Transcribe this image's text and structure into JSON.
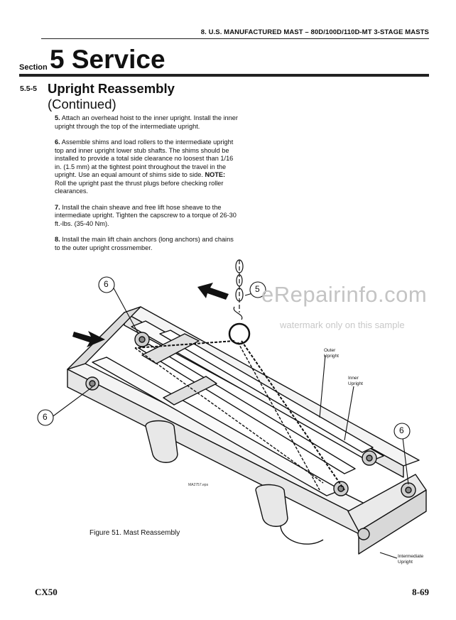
{
  "header": {
    "title": "8. U.S. MANUFACTURED MAST – 80D/100D/110D-MT 3-STAGE MASTS"
  },
  "section": {
    "label": "Section",
    "title": "5 Service"
  },
  "subsection": {
    "number": "5.5-5",
    "title": "Upright Reassembly",
    "continued": "(Continued)"
  },
  "steps": [
    {
      "num": "5.",
      "text": "Attach an overhead hoist to the inner upright. Install the inner upright through the top of the intermediate upright."
    },
    {
      "num": "6.",
      "text": "Assemble shims and load rollers to the intermediate upright top and inner upright lower stub shafts. The shims should be installed to provide a total side clearance no loosest than 1/16 in. (1.5 mm) at the tightest point throughout the travel in the upright. Use an equal amount of shims side to side.",
      "note_label": "NOTE:",
      "note_text": "Roll the upright past the thrust plugs before checking roller clearances."
    },
    {
      "num": "7.",
      "text": "Install the chain sheave and free lift hose sheave to the intermediate upright. Tighten the capscrew to a torque of 26-30 ft.-lbs. (35-40 Nm)."
    },
    {
      "num": "8.",
      "text": "Install the main lift chain anchors (long anchors) and chains to the outer upright crossmember."
    }
  ],
  "figure": {
    "callouts": [
      "6",
      "5",
      "6",
      "6"
    ],
    "outer_upright": "Outer Upright",
    "inner_upright": "Inner Upright",
    "intermediate_upright": "Intermediate Upright",
    "file_name": "MA2757.eps",
    "caption": "Figure 51. Mast Reassembly"
  },
  "watermark": {
    "site": "eRepairinfo.com",
    "note": "watermark only on this sample"
  },
  "footer": {
    "model": "CX50",
    "page": "8-69"
  }
}
